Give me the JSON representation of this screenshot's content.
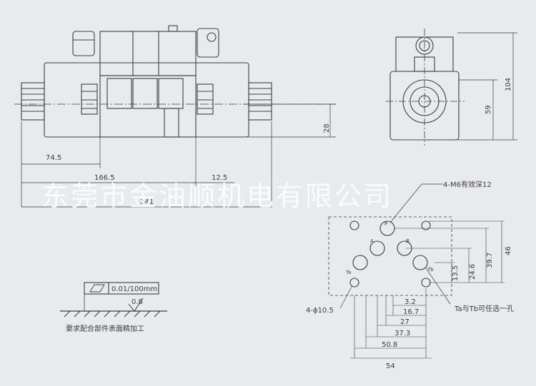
{
  "side_view": {
    "dims": {
      "d74_5": "74.5",
      "d166_5": "166.5",
      "d12_5": "12.5",
      "d241": "241",
      "d28": "28"
    }
  },
  "end_view": {
    "dims": {
      "d104": "104",
      "d59": "59"
    }
  },
  "mounting": {
    "thread_note": "4-M6有效深12",
    "hole_note": "4-ϕ10.5",
    "port_labels": {
      "P": "P",
      "A": "A",
      "B": "B",
      "Ta": "Ta",
      "Tb": "Tb"
    },
    "horizontal_dims": [
      "3.2",
      "16.7",
      "27",
      "37.3",
      "50.8",
      "54"
    ],
    "vertical_dims": [
      "13.5",
      "24.6",
      "39.7",
      "46"
    ],
    "tank_note": "Ta与Tb可任选一孔"
  },
  "surface": {
    "flatness": "0.01/100mm",
    "roughness": "0.8",
    "note": "要求配合部件表面精加工"
  },
  "watermark": "东莞市金油顺机电有限公司"
}
